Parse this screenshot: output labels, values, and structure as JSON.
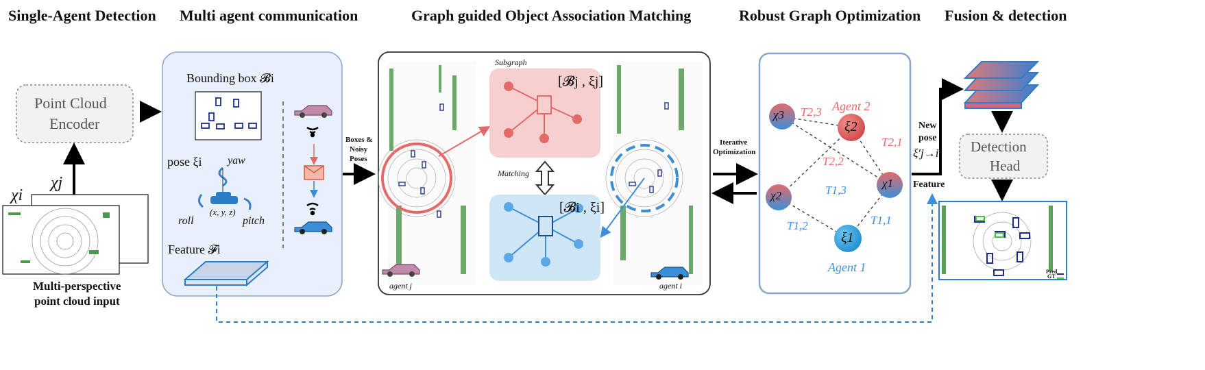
{
  "headers": {
    "single_agent": "Single-Agent Detection",
    "multi_agent": "Multi agent communication",
    "graph_matching": "Graph guided Object Association Matching",
    "robust_opt": "Robust Graph Optimization",
    "fusion": "Fusion & detection"
  },
  "single_agent": {
    "encoder_line1": "Point Cloud",
    "encoder_line2": "Encoder",
    "chi_i": "χi",
    "chi_j": "χj",
    "caption_line1": "Multi-perspective",
    "caption_line2": "point cloud input"
  },
  "multi_agent": {
    "bbox_label": "Bounding box 𝓑i",
    "pose_label": "pose ξi",
    "yaw": "yaw",
    "roll": "roll",
    "pitch": "pitch",
    "xyz": "(x, y, z)",
    "feature_label": "Feature 𝓕i"
  },
  "links": {
    "boxes_poses_line1": "Boxes &",
    "boxes_poses_line2": "Noisy",
    "boxes_poses_line3": "Poses",
    "iterative_line1": "Iterative",
    "iterative_line2": "Optimization",
    "new_pose_line1": "New",
    "new_pose_line2": "pose",
    "new_pose_sym": "ξ′j→i",
    "feature": "Feature"
  },
  "graph_matching": {
    "subgraph": "Subgraph",
    "bj_xij": "[𝓑j , ξj]",
    "bi_xii": "[𝓑i , ξi]",
    "matching": "Matching",
    "agent_j": "agent j",
    "agent_i": "agent i"
  },
  "robust_opt": {
    "agent2": "Agent 2",
    "agent1": "Agent 1",
    "xi2": "ξ2",
    "xi1": "ξ1",
    "chi3": "χ3",
    "chi2": "χ2",
    "chi1": "χ1",
    "T23": "T2,3",
    "T21": "T2,1",
    "T22": "T2,2",
    "T13": "T1,3",
    "T12": "T1,2",
    "T11": "T1,1"
  },
  "fusion": {
    "head_line1": "Detection",
    "head_line2": "Head",
    "pred": "Pred",
    "gt": "GT"
  },
  "colors": {
    "red": "#e46a6a",
    "blue": "#3b8fd8",
    "panel_blue": "#e8f0fb",
    "panel_border": "#8aa6cf",
    "subgraph_red": "#f6cfcf",
    "subgraph_blue": "#cfe6f6"
  }
}
